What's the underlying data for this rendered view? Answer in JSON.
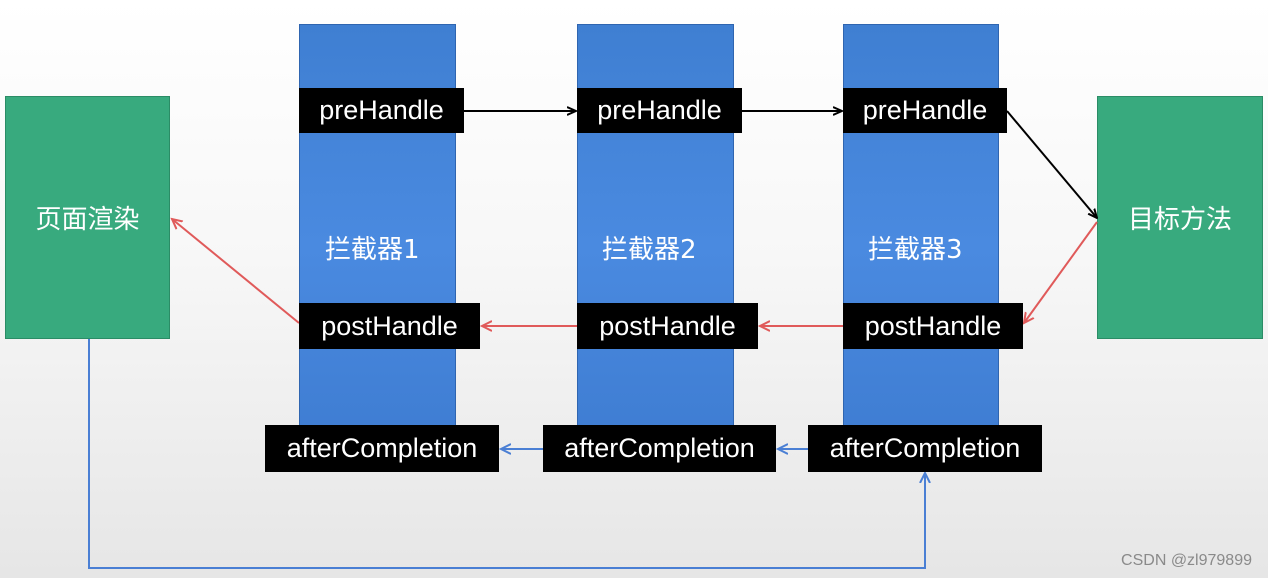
{
  "left_box": {
    "label": "页面渲染"
  },
  "right_box": {
    "label": "目标方法"
  },
  "interceptors": [
    {
      "label": "拦截器1",
      "pre": "preHandle",
      "post": "postHandle",
      "after": "afterCompletion"
    },
    {
      "label": "拦截器2",
      "pre": "preHandle",
      "post": "postHandle",
      "after": "afterCompletion"
    },
    {
      "label": "拦截器3",
      "pre": "preHandle",
      "post": "postHandle",
      "after": "afterCompletion"
    }
  ],
  "watermark": "CSDN @zl979899",
  "colors": {
    "green": "#38aa7e",
    "blue": "#4a8ae0",
    "black_arrow": "#000000",
    "red_arrow": "#e05a5a",
    "blue_arrow": "#4a7fd4"
  }
}
